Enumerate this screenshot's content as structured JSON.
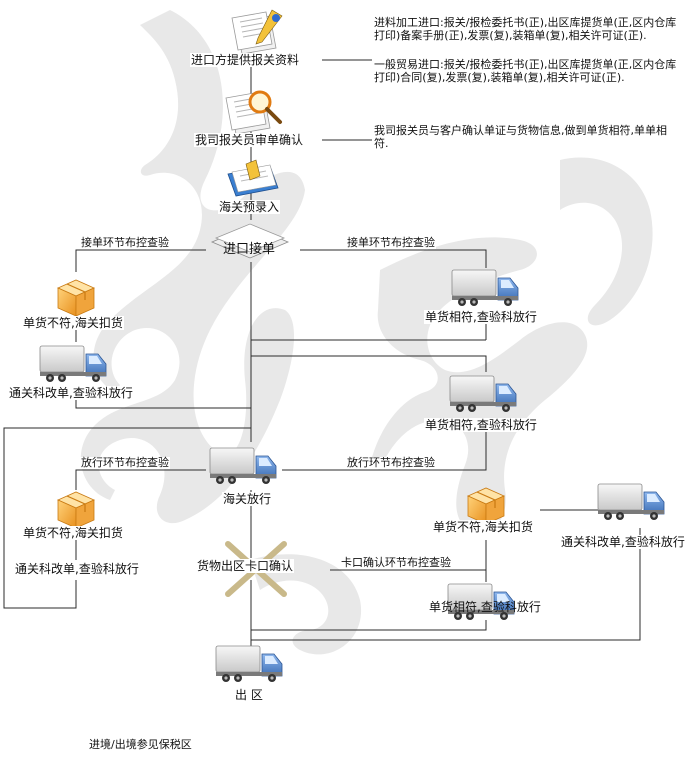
{
  "nodes": {
    "importer_docs": "进口方提供报关资料",
    "broker_review": "我司报关员审单确认",
    "customs_preentry": "海关预录入",
    "import_receipt": "进口接单",
    "left_mismatch_1": "单货不符,海关扣货",
    "left_fix_1": "通关科改单,查验科放行",
    "right_match_1": "单货相符,查验科放行",
    "right_match_2": "单货相符,查验科放行",
    "customs_release": "海关放行",
    "left_mismatch_2": "单货不符,海关扣货",
    "left_fix_2": "通关科改单,查验科放行",
    "gate_confirm": "货物出区卡口确认",
    "right_mismatch_3": "单货不符,海关扣货",
    "right_fix_3": "通关科改单,查验科放行",
    "right_match_3": "单货相符,查验科放行",
    "exit_zone": "出 区"
  },
  "notes": {
    "docs_note_1": "进料加工进口:报关/报检委托书(正),出区库提货单(正,区内仓库打印)备案手册(正),发票(复),装箱单(复),相关许可证(正).",
    "docs_note_2": "一般贸易进口:报关/报检委托书(正),出区库提货单(正,区内仓库打印)合同(复),发票(复),装箱单(复),相关许可证(正).",
    "review_note": "我司报关员与客户确认单证与货物信息,做到单货相符,单单相符."
  },
  "edge_labels": {
    "receipt_left": "接单环节布控查验",
    "receipt_right": "接单环节布控查验",
    "release_left": "放行环节布控查验",
    "release_right": "放行环节布控查验",
    "gate_right": "卡口确认环节布控查验"
  },
  "footer": "进境/出境参见保税区",
  "colors": {
    "line": "#2b2b2b",
    "watermark": "#e6e6e6",
    "truck_cab": "#5b8fd6",
    "box": "#f2a23a"
  }
}
